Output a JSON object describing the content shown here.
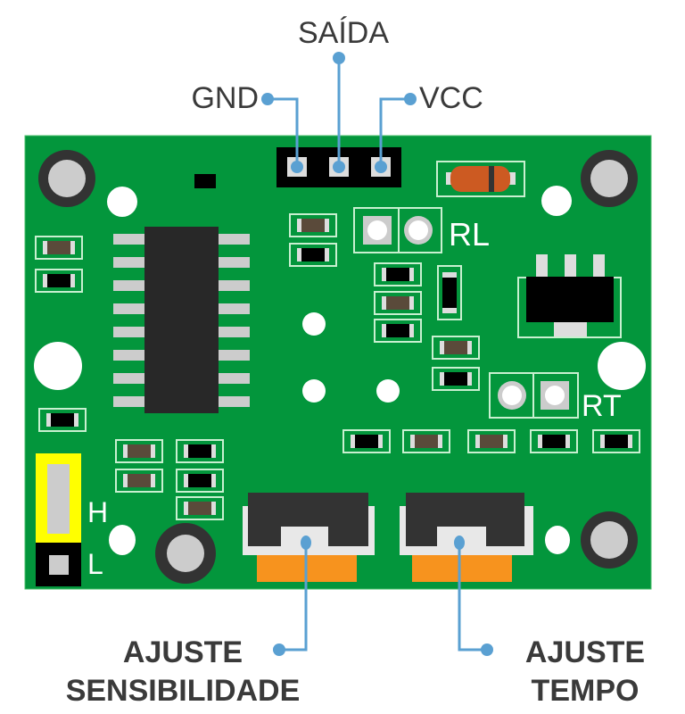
{
  "labels": {
    "output": "SAÍDA",
    "gnd": "GND",
    "vcc": "VCC",
    "rl": "RL",
    "rt": "RT",
    "high": "H",
    "low": "L",
    "sensitivity_line1": "AJUSTE",
    "sensitivity_line2": "SENSIBILIDADE",
    "time_line1": "AJUSTE",
    "time_line2": "TEMPO"
  },
  "colors": {
    "board": "#03963c",
    "callout": "#5aa0d2",
    "jumper": "#ffff00",
    "trimmer_base": "#f7931e",
    "diode": "#cc5a22"
  }
}
